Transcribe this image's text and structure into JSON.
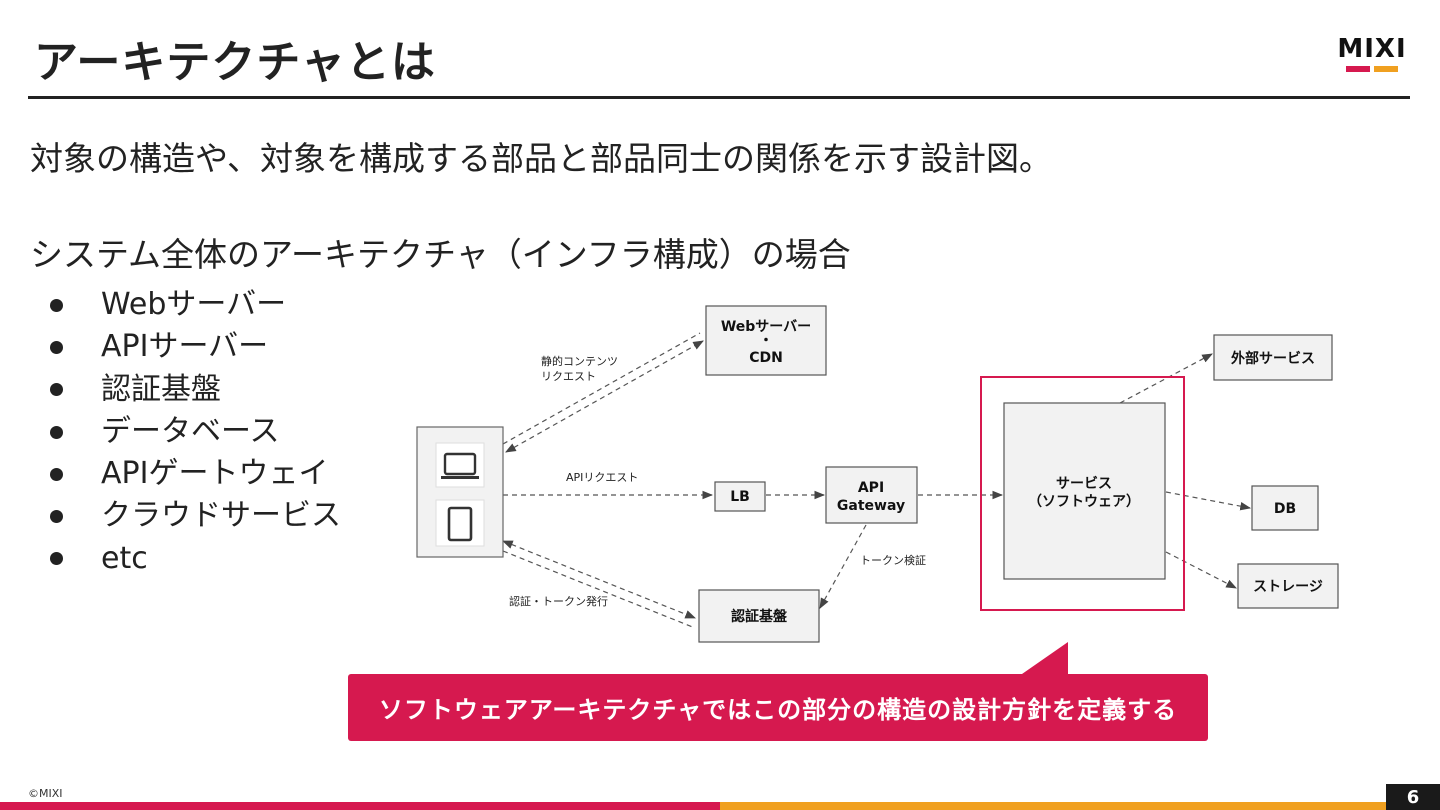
{
  "slide": {
    "title": "アーキテクチャとは",
    "lead": "対象の構造や、対象を構成する部品と部品同士の関係を示す設計図。",
    "subhead": "システム全体のアーキテクチャ（インフラ構成）の場合",
    "bullets": [
      "Webサーバー",
      "APIサーバー",
      "認証基盤",
      "データベース",
      "APIゲートウェイ",
      "クラウドサービス",
      "etc"
    ],
    "logo_text": "MIXI",
    "copyright": "©MIXI",
    "page_number": "6"
  },
  "diagram": {
    "nodes": {
      "web_cdn": {
        "line1": "Webサーバー",
        "line2": "・",
        "line3": "CDN"
      },
      "lb": "LB",
      "api_gateway": {
        "line1": "API",
        "line2": "Gateway"
      },
      "auth": "認証基盤",
      "service": {
        "line1": "サービス",
        "line2": "（ソフトウェア）"
      },
      "external": "外部サービス",
      "db": "DB",
      "storage": "ストレージ"
    },
    "edges": {
      "static_line1": "静的コンテンツ",
      "static_line2": "リクエスト",
      "api_request": "APIリクエスト",
      "auth_token": "認証・トークン発行",
      "token_verify": "トークン検証"
    },
    "client_icons": [
      "laptop-icon",
      "tablet-icon"
    ]
  },
  "callout": {
    "text": "ソフトウェアアーキテクチャではこの部分の構造の設計方針を定義する"
  },
  "colors": {
    "brand_magenta": "#d6194f",
    "brand_orange": "#f0a020",
    "node_fill": "#f2f2f2",
    "node_stroke": "#555555",
    "dark": "#1a1a1a"
  }
}
